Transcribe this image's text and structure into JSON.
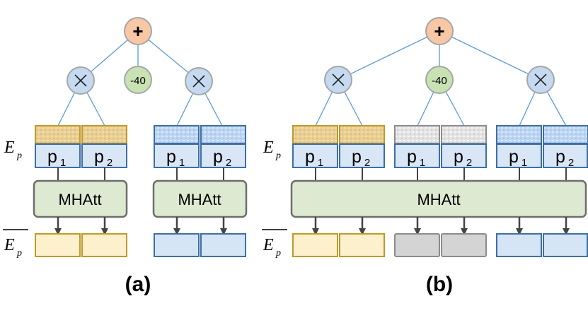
{
  "diagram": {
    "op_plus": "+",
    "op_times": "×",
    "const_value": "-40",
    "token_p": "p",
    "sub_1": "1",
    "sub_2": "2",
    "mhatt_label": "MHAtt",
    "ep_label": "E",
    "ep_sub": "p",
    "panel_a_caption": "(a)",
    "panel_b_caption": "(b)",
    "colors": {
      "plus_fill": "#f8c7a4",
      "times_fill": "#c5daf0",
      "const_fill": "#c9e2b4",
      "node_stroke": "#a6a6a6",
      "edge": "#5b9bd5",
      "token_fill": "#d9e6f5",
      "token_stroke": "#3d6fa6",
      "gold_stroke": "#c09a2a",
      "gold_tex": "#e8cc8a",
      "gold_out": "#fdf0cc",
      "blue_tex": "#b8d3f1",
      "grey_tex": "#dedede",
      "grey_stroke": "#8c8c8c",
      "grey_out": "#d4d4d4",
      "blue_out": "#d6e5f6",
      "mhatt_fill": "#dde9d0",
      "mhatt_stroke": "#6e6e6e",
      "arrow": "#444444"
    }
  }
}
